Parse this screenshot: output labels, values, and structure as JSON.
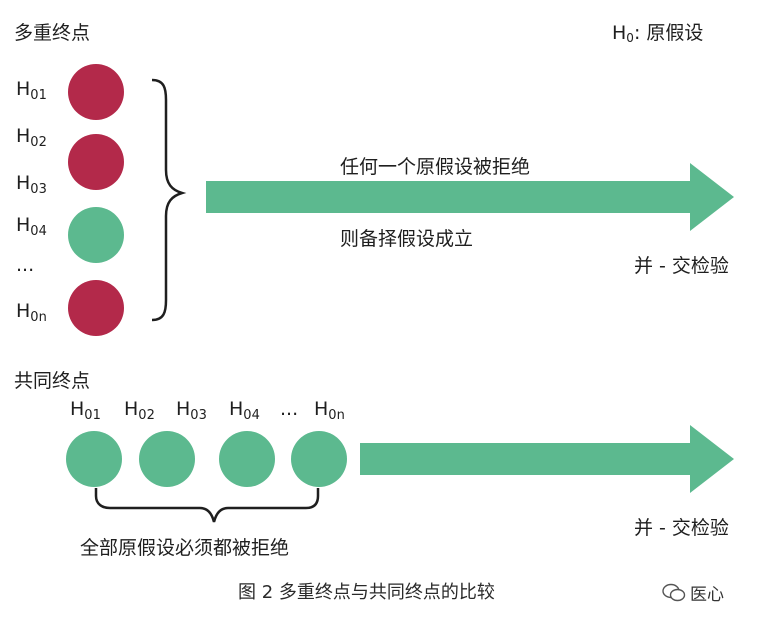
{
  "multiple": {
    "title": "多重终点",
    "h0_letter": "H",
    "h0_sub": "0",
    "h0_text": ": 原假设",
    "hyps": [
      {
        "letter": "H",
        "sub": "01",
        "status": "rejected",
        "color": "#b3294a"
      },
      {
        "letter": "H",
        "sub": "02",
        "status": "rejected",
        "color": "#b3294a"
      },
      {
        "letter": "H",
        "sub": "03",
        "status": "rejected",
        "color": "#b3294a"
      },
      {
        "letter": "H",
        "sub": "04",
        "status": "accepted",
        "color": "#5cb98f"
      },
      {
        "text": "..."
      },
      {
        "letter": "H",
        "sub": "0n",
        "status": "rejected",
        "color": "#b3294a"
      }
    ],
    "arrow_top_text": "任何一个原假设被拒绝",
    "arrow_bottom_text": "则备择假设成立",
    "test_label": "并 - 交检验"
  },
  "co_primary": {
    "title": "共同终点",
    "labels": [
      {
        "letter": "H",
        "sub": "01"
      },
      {
        "letter": "H",
        "sub": "02"
      },
      {
        "letter": "H",
        "sub": "03"
      },
      {
        "letter": "H",
        "sub": "04"
      },
      {
        "text": "..."
      },
      {
        "letter": "H",
        "sub": "0n"
      }
    ],
    "bracket_text": "全部原假设必须都被拒绝",
    "test_label": "并 - 交检验"
  },
  "caption": "图 2  多重终点与共同终点的比较",
  "watermark": "医心",
  "colors": {
    "red": "#b3294a",
    "green": "#5cb98f",
    "arrow": "#5cb98f"
  }
}
